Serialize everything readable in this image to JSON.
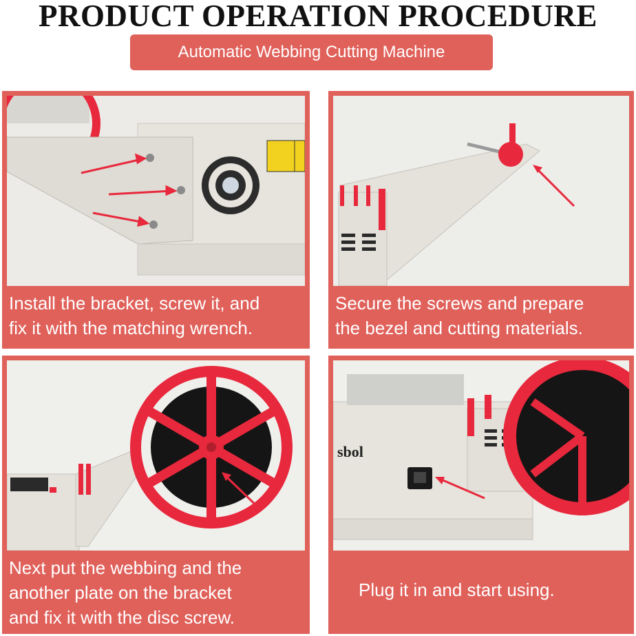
{
  "header": {
    "title": "PRODUCT OPERATION PROCEDURE",
    "subtitle": "Automatic Webbing Cutting Machine"
  },
  "steps": [
    {
      "caption_line1": "Install the bracket, screw it, and",
      "caption_line2": "fix it with the matching wrench."
    },
    {
      "caption_line1": "Secure the screws and prepare",
      "caption_line2": "the bezel and cutting materials."
    },
    {
      "caption_line1": "Next put the webbing and the",
      "caption_line2": "another plate on the bracket",
      "caption_line3": "and fix it with the disc screw."
    },
    {
      "caption_line1": "Plug it in and start using."
    }
  ],
  "machine_label": "sbol",
  "colors": {
    "accent": "#e0605a",
    "machine": "#e6e4dc",
    "red_part": "#e8283c",
    "webbing": "#111111"
  }
}
